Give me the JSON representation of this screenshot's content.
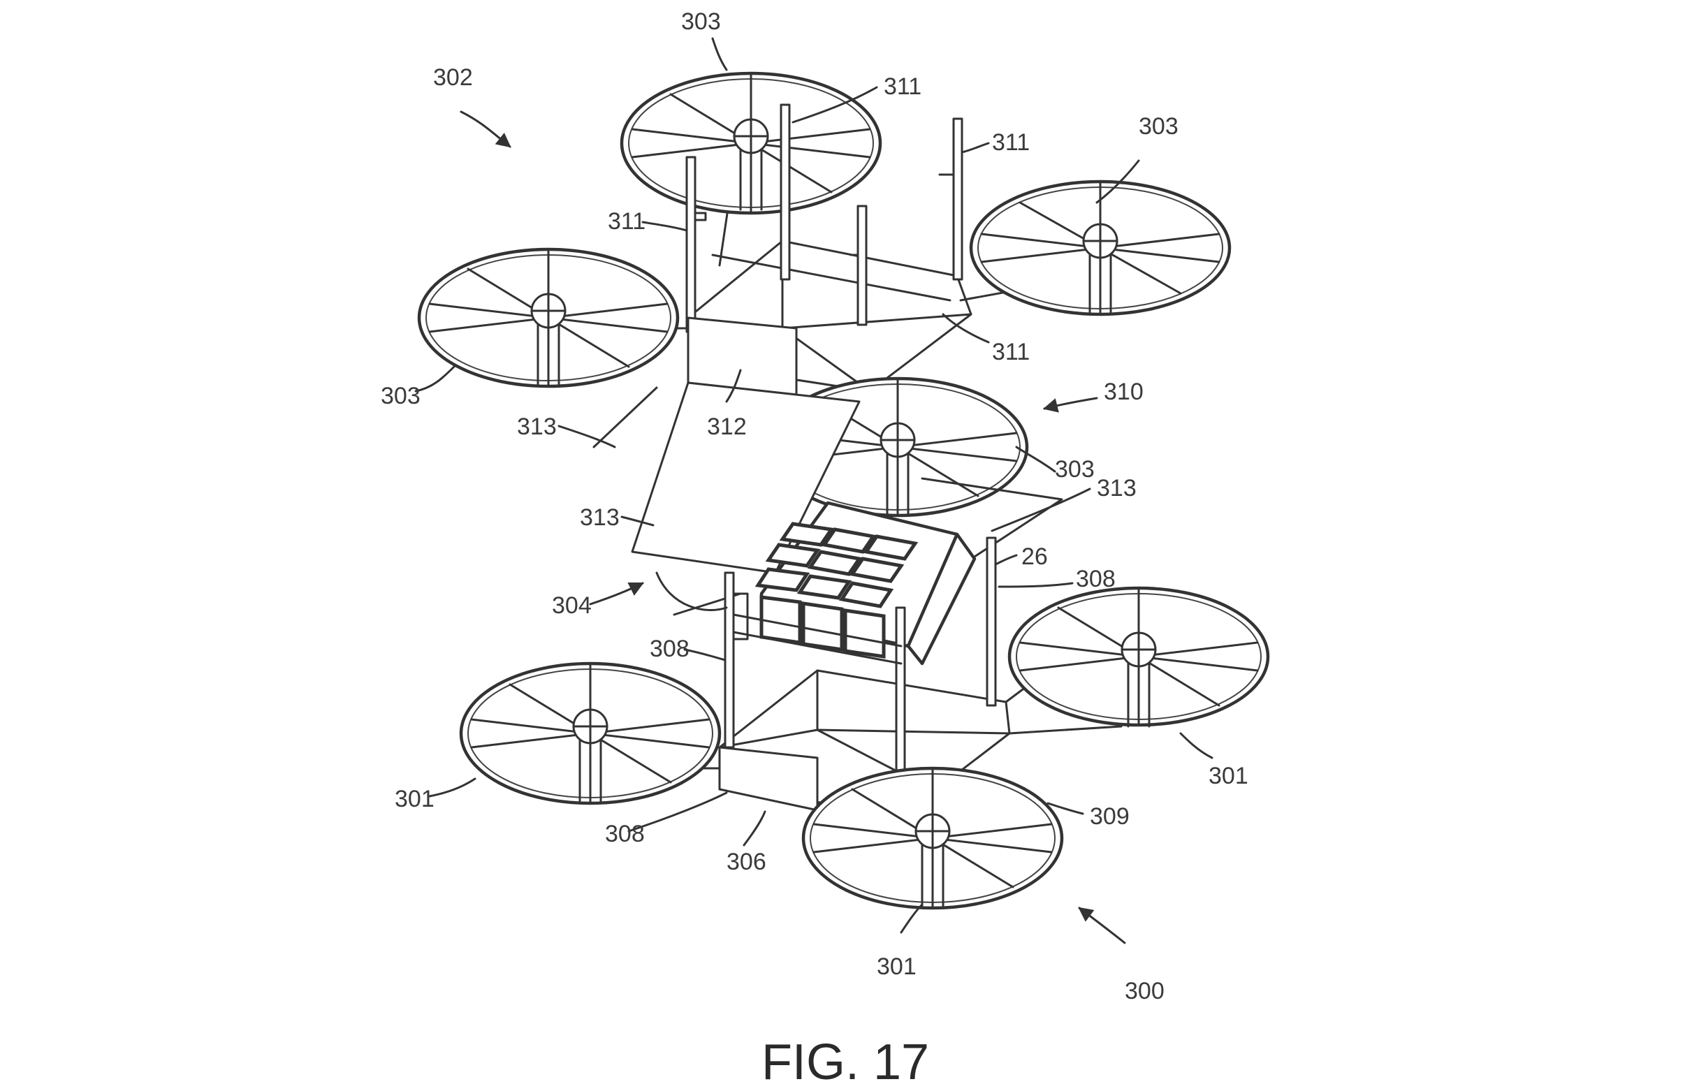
{
  "figure": {
    "caption": "FIG. 17",
    "labels": {
      "l302": "302",
      "l303_top": "303",
      "l303_right": "303",
      "l303_left": "303",
      "l303_mid": "303",
      "l311_a": "311",
      "l311_b": "311",
      "l311_c": "311",
      "l311_d": "311",
      "l312": "312",
      "l313_a": "313",
      "l313_b": "313",
      "l313_c": "313",
      "l310": "310",
      "l26": "26",
      "l308_a": "308",
      "l308_b": "308",
      "l308_c": "308",
      "l304": "304",
      "l301_left": "301",
      "l301_right": "301",
      "l301_bottom": "301",
      "l306": "306",
      "l309": "309",
      "l300": "300"
    }
  }
}
